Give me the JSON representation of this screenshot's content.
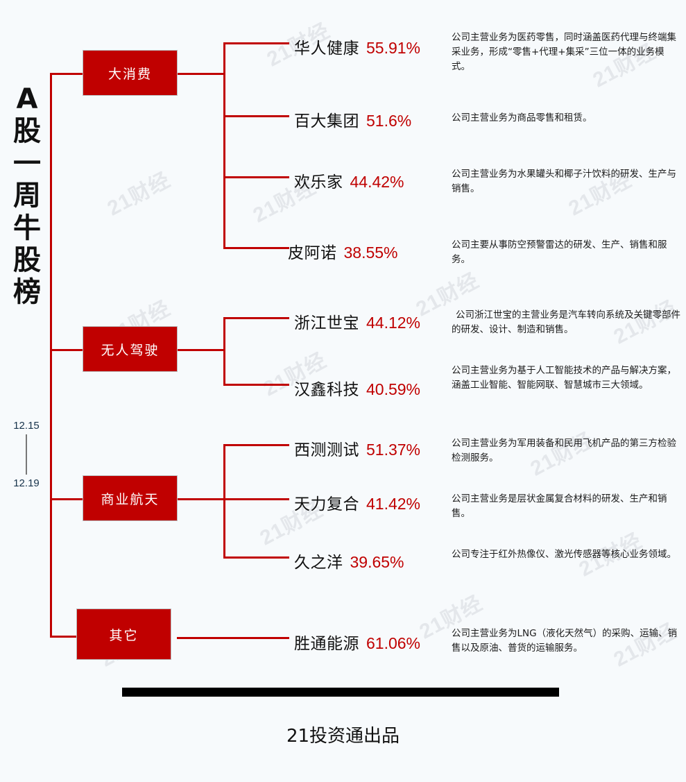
{
  "header": {
    "title_chars": [
      "A",
      "股",
      "一",
      "周",
      "牛",
      "股",
      "榜"
    ],
    "date_start": "12.15",
    "date_end": "12.19"
  },
  "colors": {
    "accent_red": "#c00000",
    "background": "#f7fafc",
    "text_dark": "#111111",
    "watermark": "#d9dde1",
    "footer_bar": "#000000"
  },
  "watermark": {
    "text": "21财经"
  },
  "groups": [
    {
      "category": "大消费",
      "stocks": [
        {
          "name": "华人健康",
          "pct": "55.91%",
          "desc": "公司主营业务为医药零售，同时涵盖医药代理与终端集采业务，形成“零售+代理+集采”三位一体的业务模式。"
        },
        {
          "name": "百大集团",
          "pct": "51.6%",
          "desc": "公司主营业务为商品零售和租赁。"
        },
        {
          "name": "欢乐家",
          "pct": "44.42%",
          "desc": "公司主营业务为水果罐头和椰子汁饮料的研发、生产与销售。"
        },
        {
          "name": "皮阿诺",
          "pct": "38.55%",
          "desc": "公司主要从事防空预警雷达的研发、生产、销售和服务。"
        }
      ]
    },
    {
      "category": "无人驾驶",
      "stocks": [
        {
          "name": "浙江世宝",
          "pct": "44.12%",
          "desc": "公司浙江世宝的主营业务是汽车转向系统及关键零部件的研发、设计、制造和销售。"
        },
        {
          "name": "汉鑫科技",
          "pct": "40.59%",
          "desc": "公司主营业务为基于人工智能技术的产品与解决方案，涵盖工业智能、智能网联、智慧城市三大领域。"
        }
      ]
    },
    {
      "category": "商业航天",
      "stocks": [
        {
          "name": "西测测试",
          "pct": "51.37%",
          "desc": "公司主营业务为军用装备和民用飞机产品的第三方检验检测服务。"
        },
        {
          "name": "天力复合",
          "pct": "41.42%",
          "desc": "公司主营业务是层状金属复合材料的研发、生产和销售。"
        },
        {
          "name": "久之洋",
          "pct": "39.65%",
          "desc": "公司专注于红外热像仪、激光传感器等核心业务领域。"
        }
      ]
    },
    {
      "category": "其它",
      "stocks": [
        {
          "name": "胜通能源",
          "pct": "61.06%",
          "desc": "公司主营业务为LNG（液化天然气）的采购、运输、销售以及原油、普货的运输服务。"
        }
      ]
    }
  ],
  "footer": {
    "credit": "21投资通出品"
  }
}
